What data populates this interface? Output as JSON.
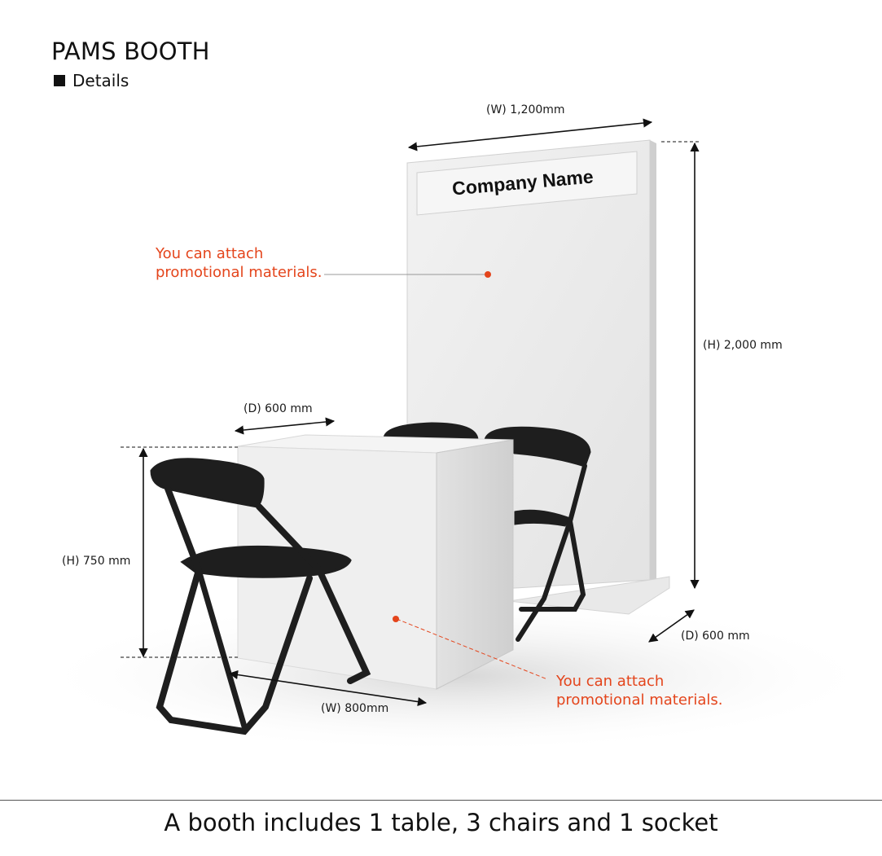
{
  "header": {
    "title": "PAMS BOOTH",
    "subtitle": "Details"
  },
  "panel": {
    "sign_text": "Company Name"
  },
  "dimensions": {
    "panel_width": "(W) 1,200mm",
    "panel_height": "(H) 2,000 mm",
    "panel_depth": "(D) 600 mm",
    "table_depth": "(D) 600 mm",
    "table_height": "(H) 750 mm",
    "table_width": "(W) 800mm"
  },
  "notes": {
    "panel_note_line1": "You can attach",
    "panel_note_line2": "promotional materials.",
    "table_note_line1": "You can attach",
    "table_note_line2": "promotional materials."
  },
  "footer": {
    "text": "A booth includes 1 table, 3 chairs and 1 socket"
  },
  "colors": {
    "accent": "#e4451c",
    "text": "#111111",
    "chair": "#1e1e1e"
  }
}
